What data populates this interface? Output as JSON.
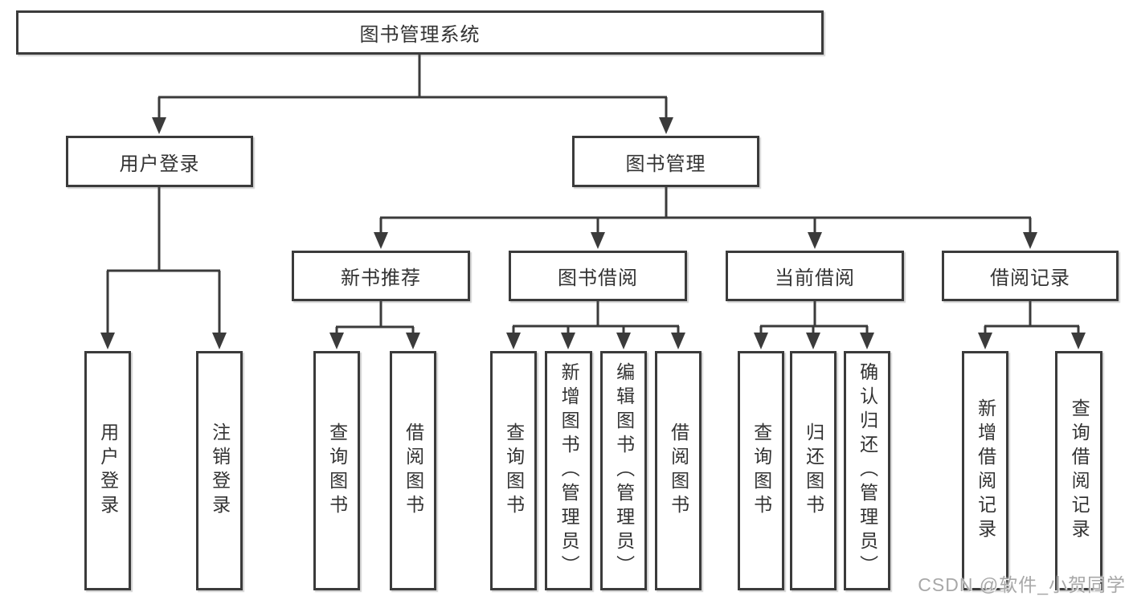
{
  "tree": {
    "root": {
      "label": "图书管理系统"
    },
    "level1": [
      {
        "label": "用户登录"
      },
      {
        "label": "图书管理"
      }
    ],
    "level2": [
      {
        "label": "新书推荐"
      },
      {
        "label": "图书借阅"
      },
      {
        "label": "当前借阅"
      },
      {
        "label": "借阅记录"
      }
    ],
    "leaves": {
      "user_login": [
        "用户登录",
        "注销登录"
      ],
      "new_books": [
        "查询图书",
        "借阅图书"
      ],
      "book_borrowing": [
        "查询图书",
        "新增图书（管理员）",
        "编辑图书（管理员）",
        "借阅图书"
      ],
      "current_borrowing": [
        "查询图书",
        "归还图书",
        "确认归还（管理员）"
      ],
      "borrowing_records": [
        "新增借阅记录",
        "查询借阅记录"
      ]
    }
  },
  "watermark": {
    "text": "CSDN @软件_小贺同学"
  },
  "colors": {
    "line": "#3b3b3b",
    "text": "#333333",
    "watermark": "#a8a8a8",
    "background": "#ffffff"
  }
}
